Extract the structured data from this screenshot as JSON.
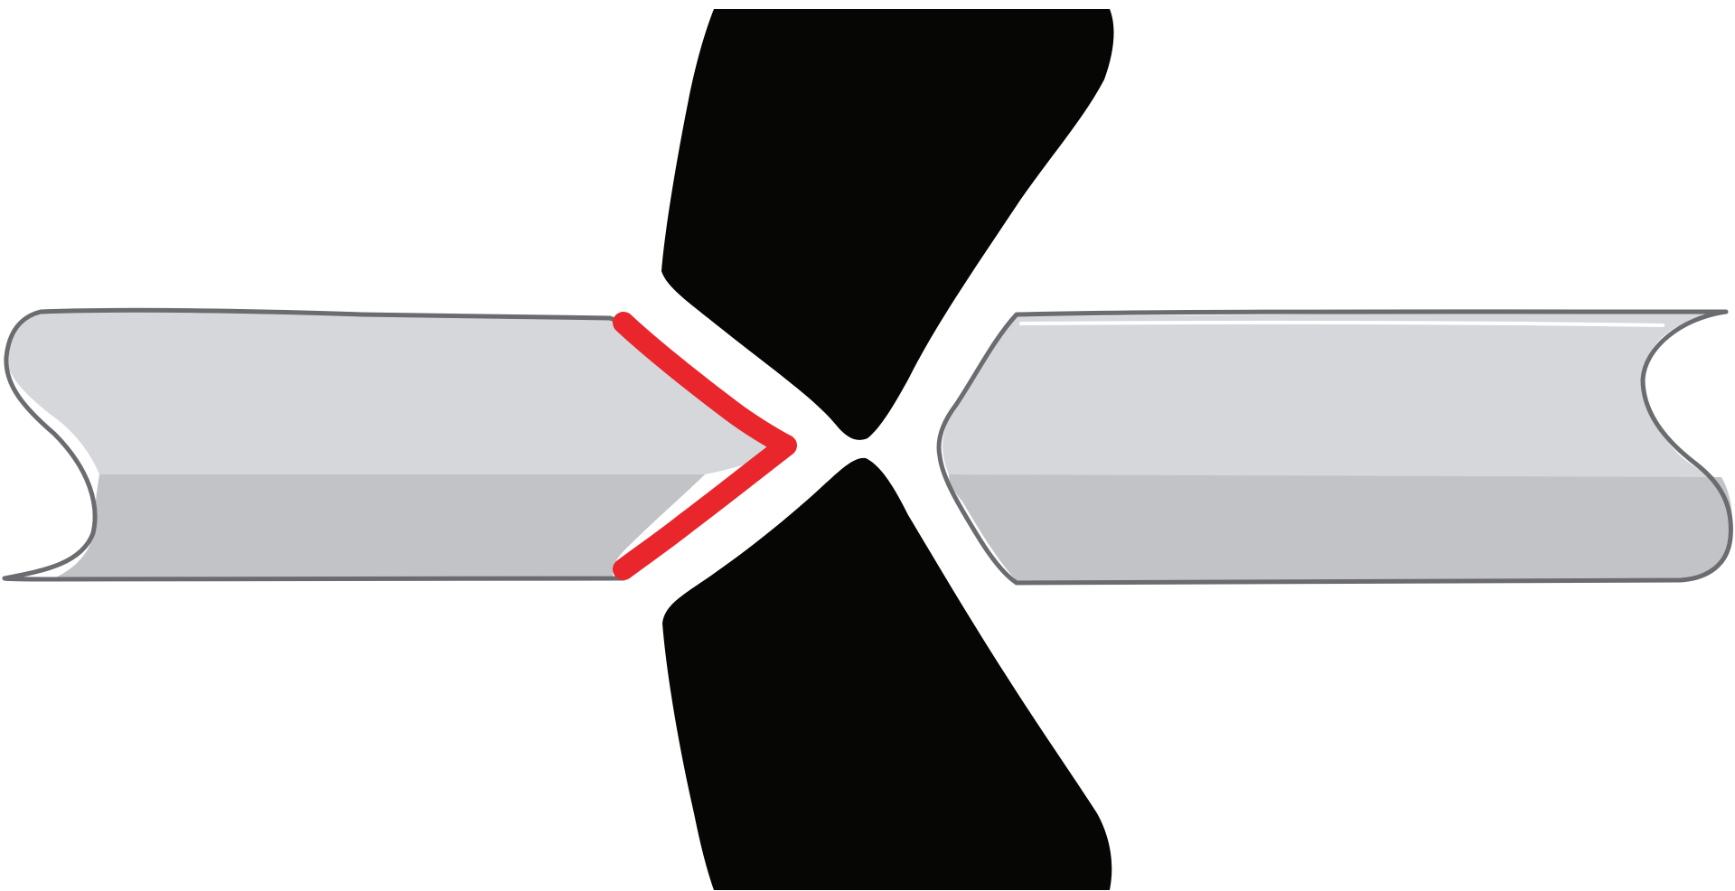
{
  "diagram": {
    "colors": {
      "background": "#ffffff",
      "wire_top": "#d6d7db",
      "wire_bottom": "#c2c3c6",
      "wire_outline": "#6b6c70",
      "wire_highlight": "#ffffff",
      "blade": "#060605",
      "cut_edge": "#e8262c"
    },
    "parts": {
      "left_wire": "wire-segment",
      "right_wire": "wire-segment",
      "upper_blade": "cutter-blade",
      "lower_blade": "cutter-blade",
      "cut_mark": "bevel-cut-marker"
    }
  }
}
